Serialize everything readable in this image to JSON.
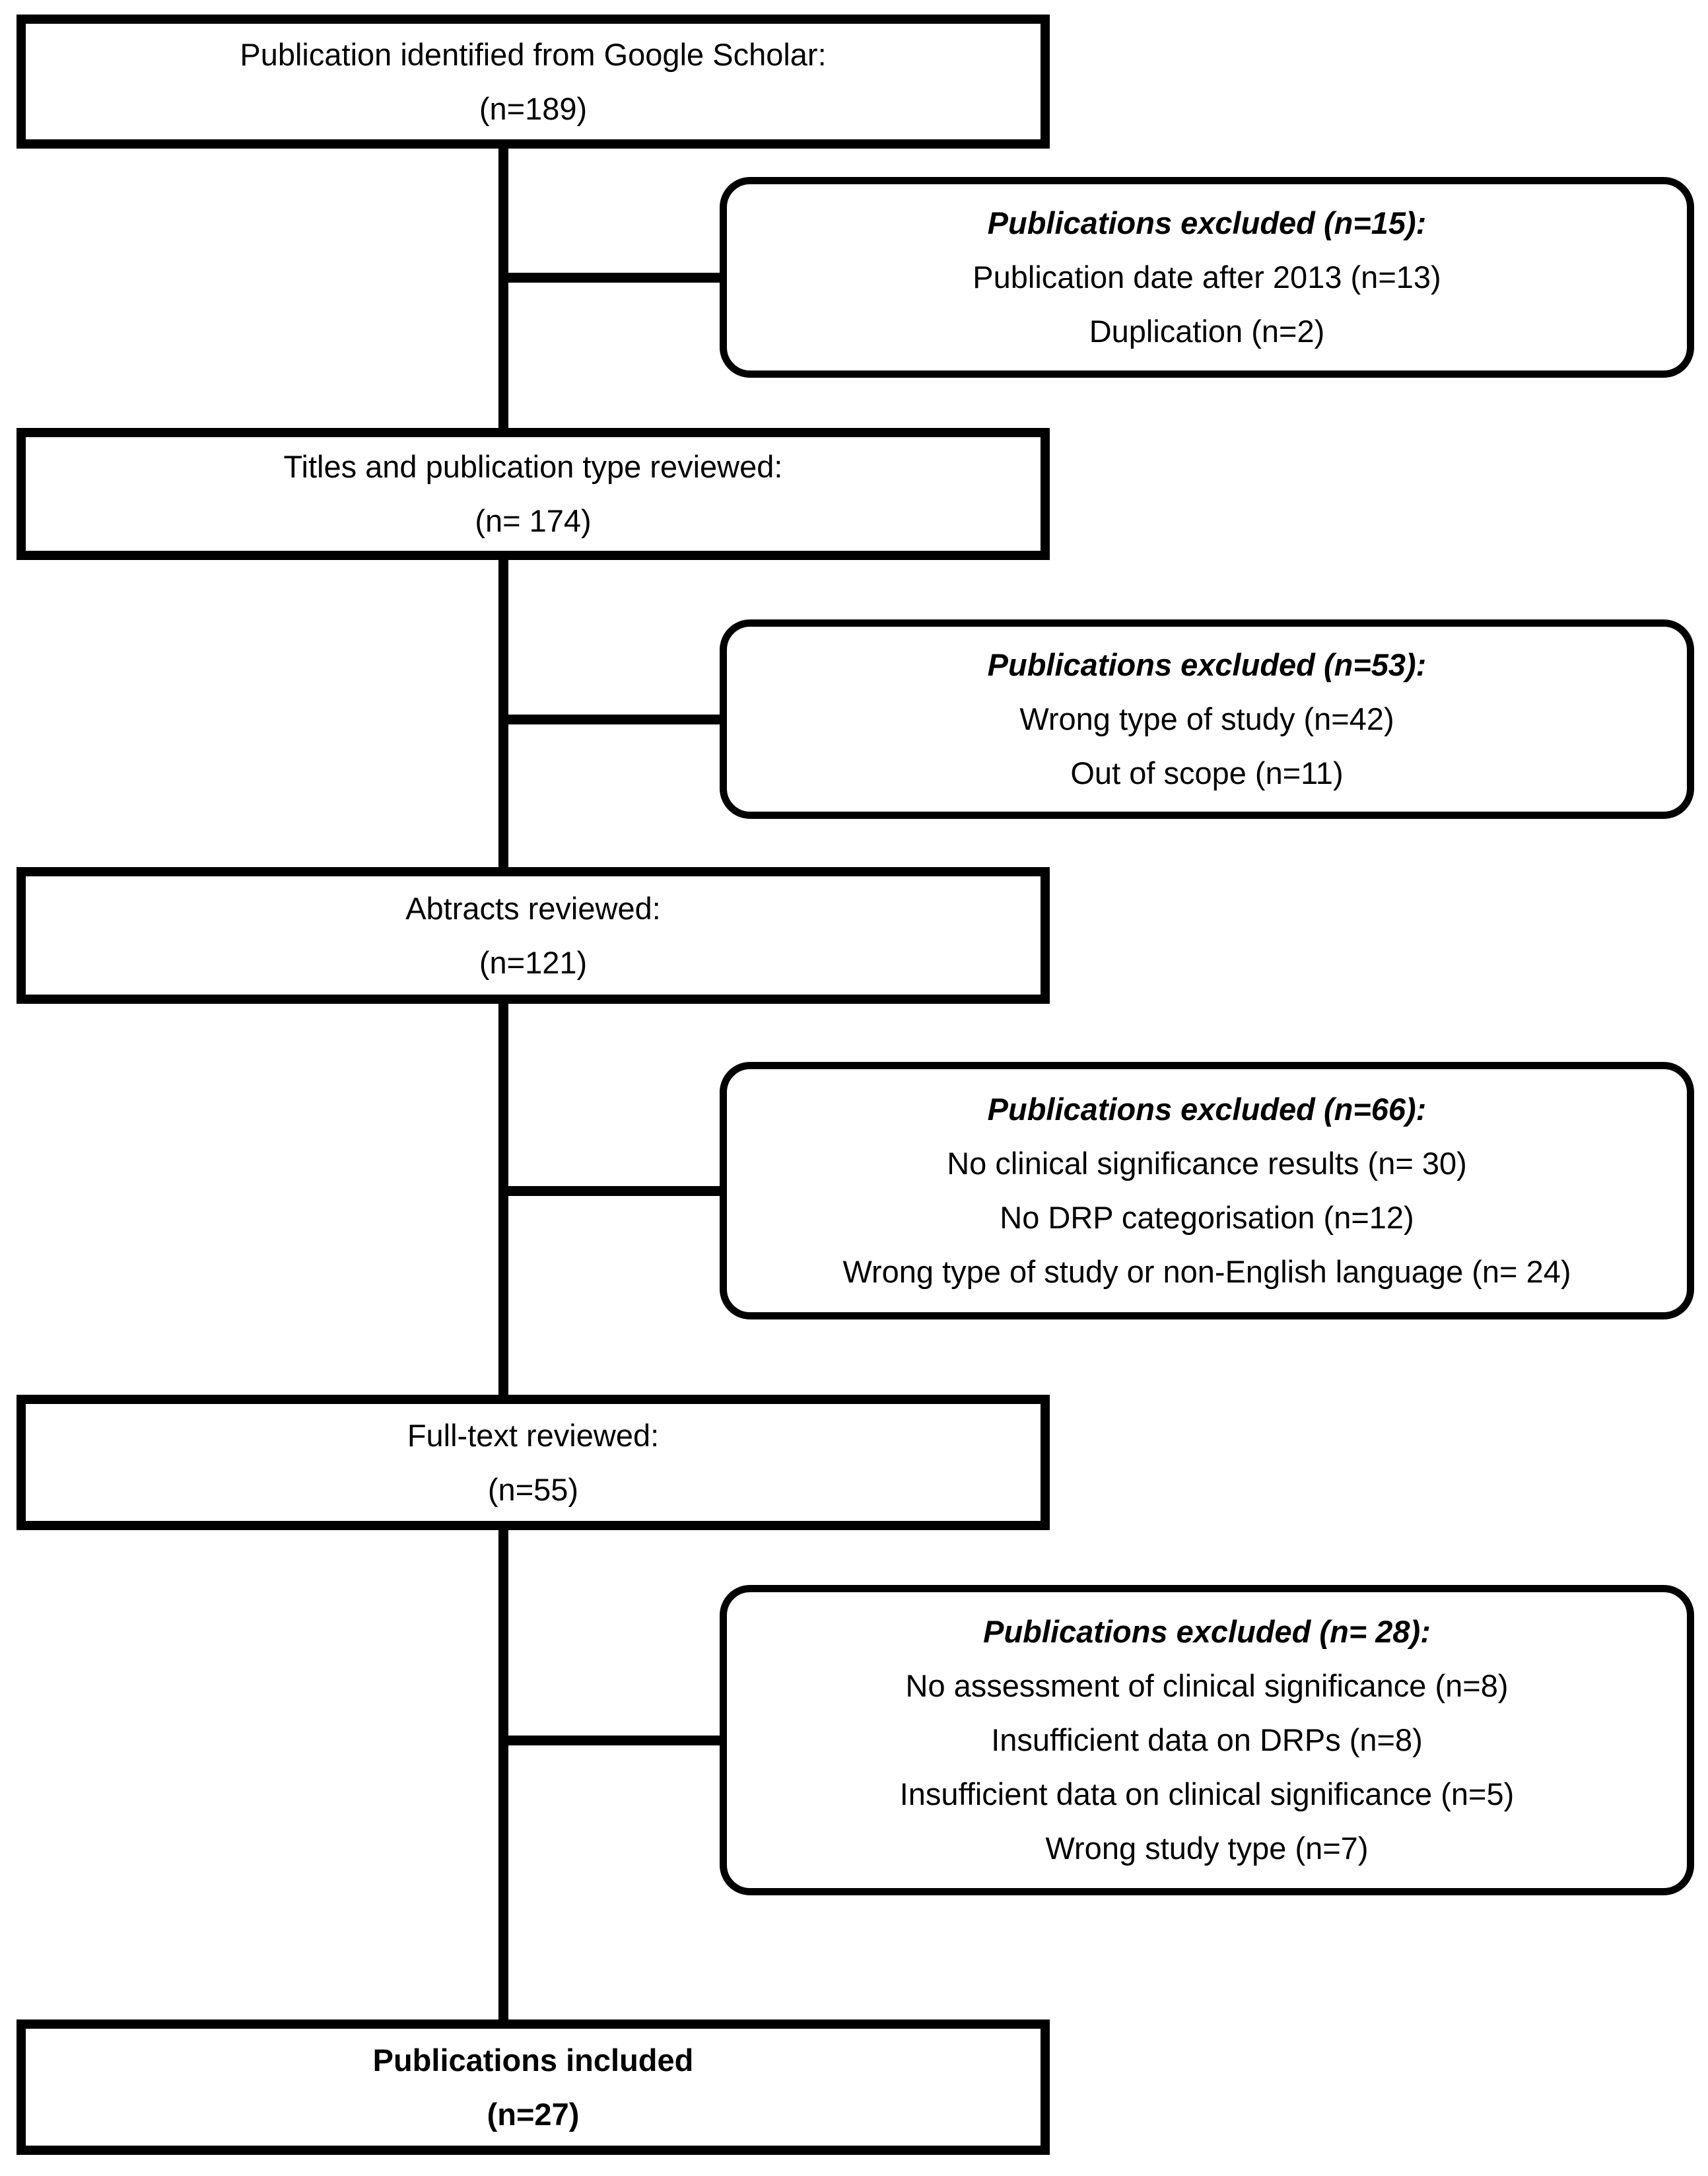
{
  "diagram": {
    "type": "prisma-flow-diagram",
    "title": "Publication selection flow",
    "line_color": "#000000",
    "background_color": "#ffffff"
  },
  "stages": [
    {
      "id": "identified",
      "line1": "Publication identified from Google Scholar:",
      "line2": "(n=189)",
      "count": 189,
      "bold": false
    },
    {
      "id": "titles-reviewed",
      "line1": "Titles and publication type reviewed:",
      "line2": "(n= 174)",
      "count": 174,
      "bold": false
    },
    {
      "id": "abstracts-reviewed",
      "line1": "Abtracts reviewed:",
      "line2": "(n=121)",
      "count": 121,
      "bold": false
    },
    {
      "id": "fulltext-reviewed",
      "line1": "Full-text reviewed:",
      "line2": "(n=55)",
      "count": 55,
      "bold": false
    },
    {
      "id": "included",
      "line1": "Publications included",
      "line2": "(n=27)",
      "count": 27,
      "bold": true
    }
  ],
  "exclusions": [
    {
      "id": "excluded-after-identification",
      "title": "Publications excluded (n=15):",
      "count": 15,
      "reasons": [
        "Publication date after 2013 (n=13)",
        "Duplication (n=2)"
      ]
    },
    {
      "id": "excluded-after-titles",
      "title": "Publications excluded (n=53):",
      "count": 53,
      "reasons": [
        "Wrong type of study (n=42)",
        "Out of scope (n=11)"
      ]
    },
    {
      "id": "excluded-after-abstracts",
      "title": "Publications excluded (n=66):",
      "count": 66,
      "reasons": [
        "No clinical significance results (n= 30)",
        "No DRP categorisation (n=12)",
        "Wrong type of study or non-English language (n= 24)"
      ]
    },
    {
      "id": "excluded-after-fulltext",
      "title": "Publications excluded (n= 28):",
      "count": 28,
      "reasons": [
        "No assessment of clinical significance (n=8)",
        "Insufficient data on DRPs (n=8)",
        "Insufficient data on clinical significance (n=5)",
        "Wrong study type (n=7)"
      ]
    }
  ]
}
